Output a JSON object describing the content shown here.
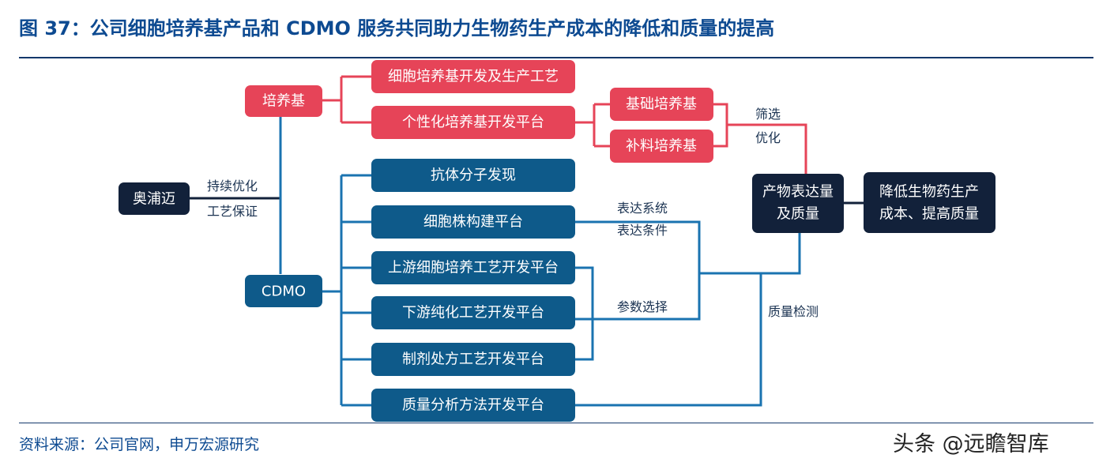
{
  "title": "图 37：公司细胞培养基产品和 CDMO 服务共同助力生物药生产成本的降低和质量的提高",
  "source": "资料来源：公司官网，申万宏源研究",
  "watermark": "头条 @远瞻智库",
  "nodes": {
    "aopumai": "奥浦迈",
    "medium": "培养基",
    "cdmo": "CDMO",
    "medium_dev": "细胞培养基开发及生产工艺",
    "custom_platform": "个性化培养基开发平台",
    "basal_medium": "基础培养基",
    "feed_medium": "补料培养基",
    "antibody_discovery": "抗体分子发现",
    "cell_line_platform": "细胞株构建平台",
    "upstream_platform": "上游细胞培养工艺开发平台",
    "downstream_platform": "下游纯化工艺开发平台",
    "formulation_platform": "制剂处方工艺开发平台",
    "qc_platform": "质量分析方法开发平台",
    "product_line1": "产物表达量",
    "product_line2": "及质量",
    "goal_line1": "降低生物药生产",
    "goal_line2": "成本、提高质量"
  },
  "labels": {
    "sustain_opt": "持续优化",
    "process_guarantee": "工艺保证",
    "screening": "筛选",
    "optimization": "优化",
    "expression_system": "表达系统",
    "expression_conditions": "表达条件",
    "parameter_selection": "参数选择",
    "quality_testing": "质量检测"
  }
}
